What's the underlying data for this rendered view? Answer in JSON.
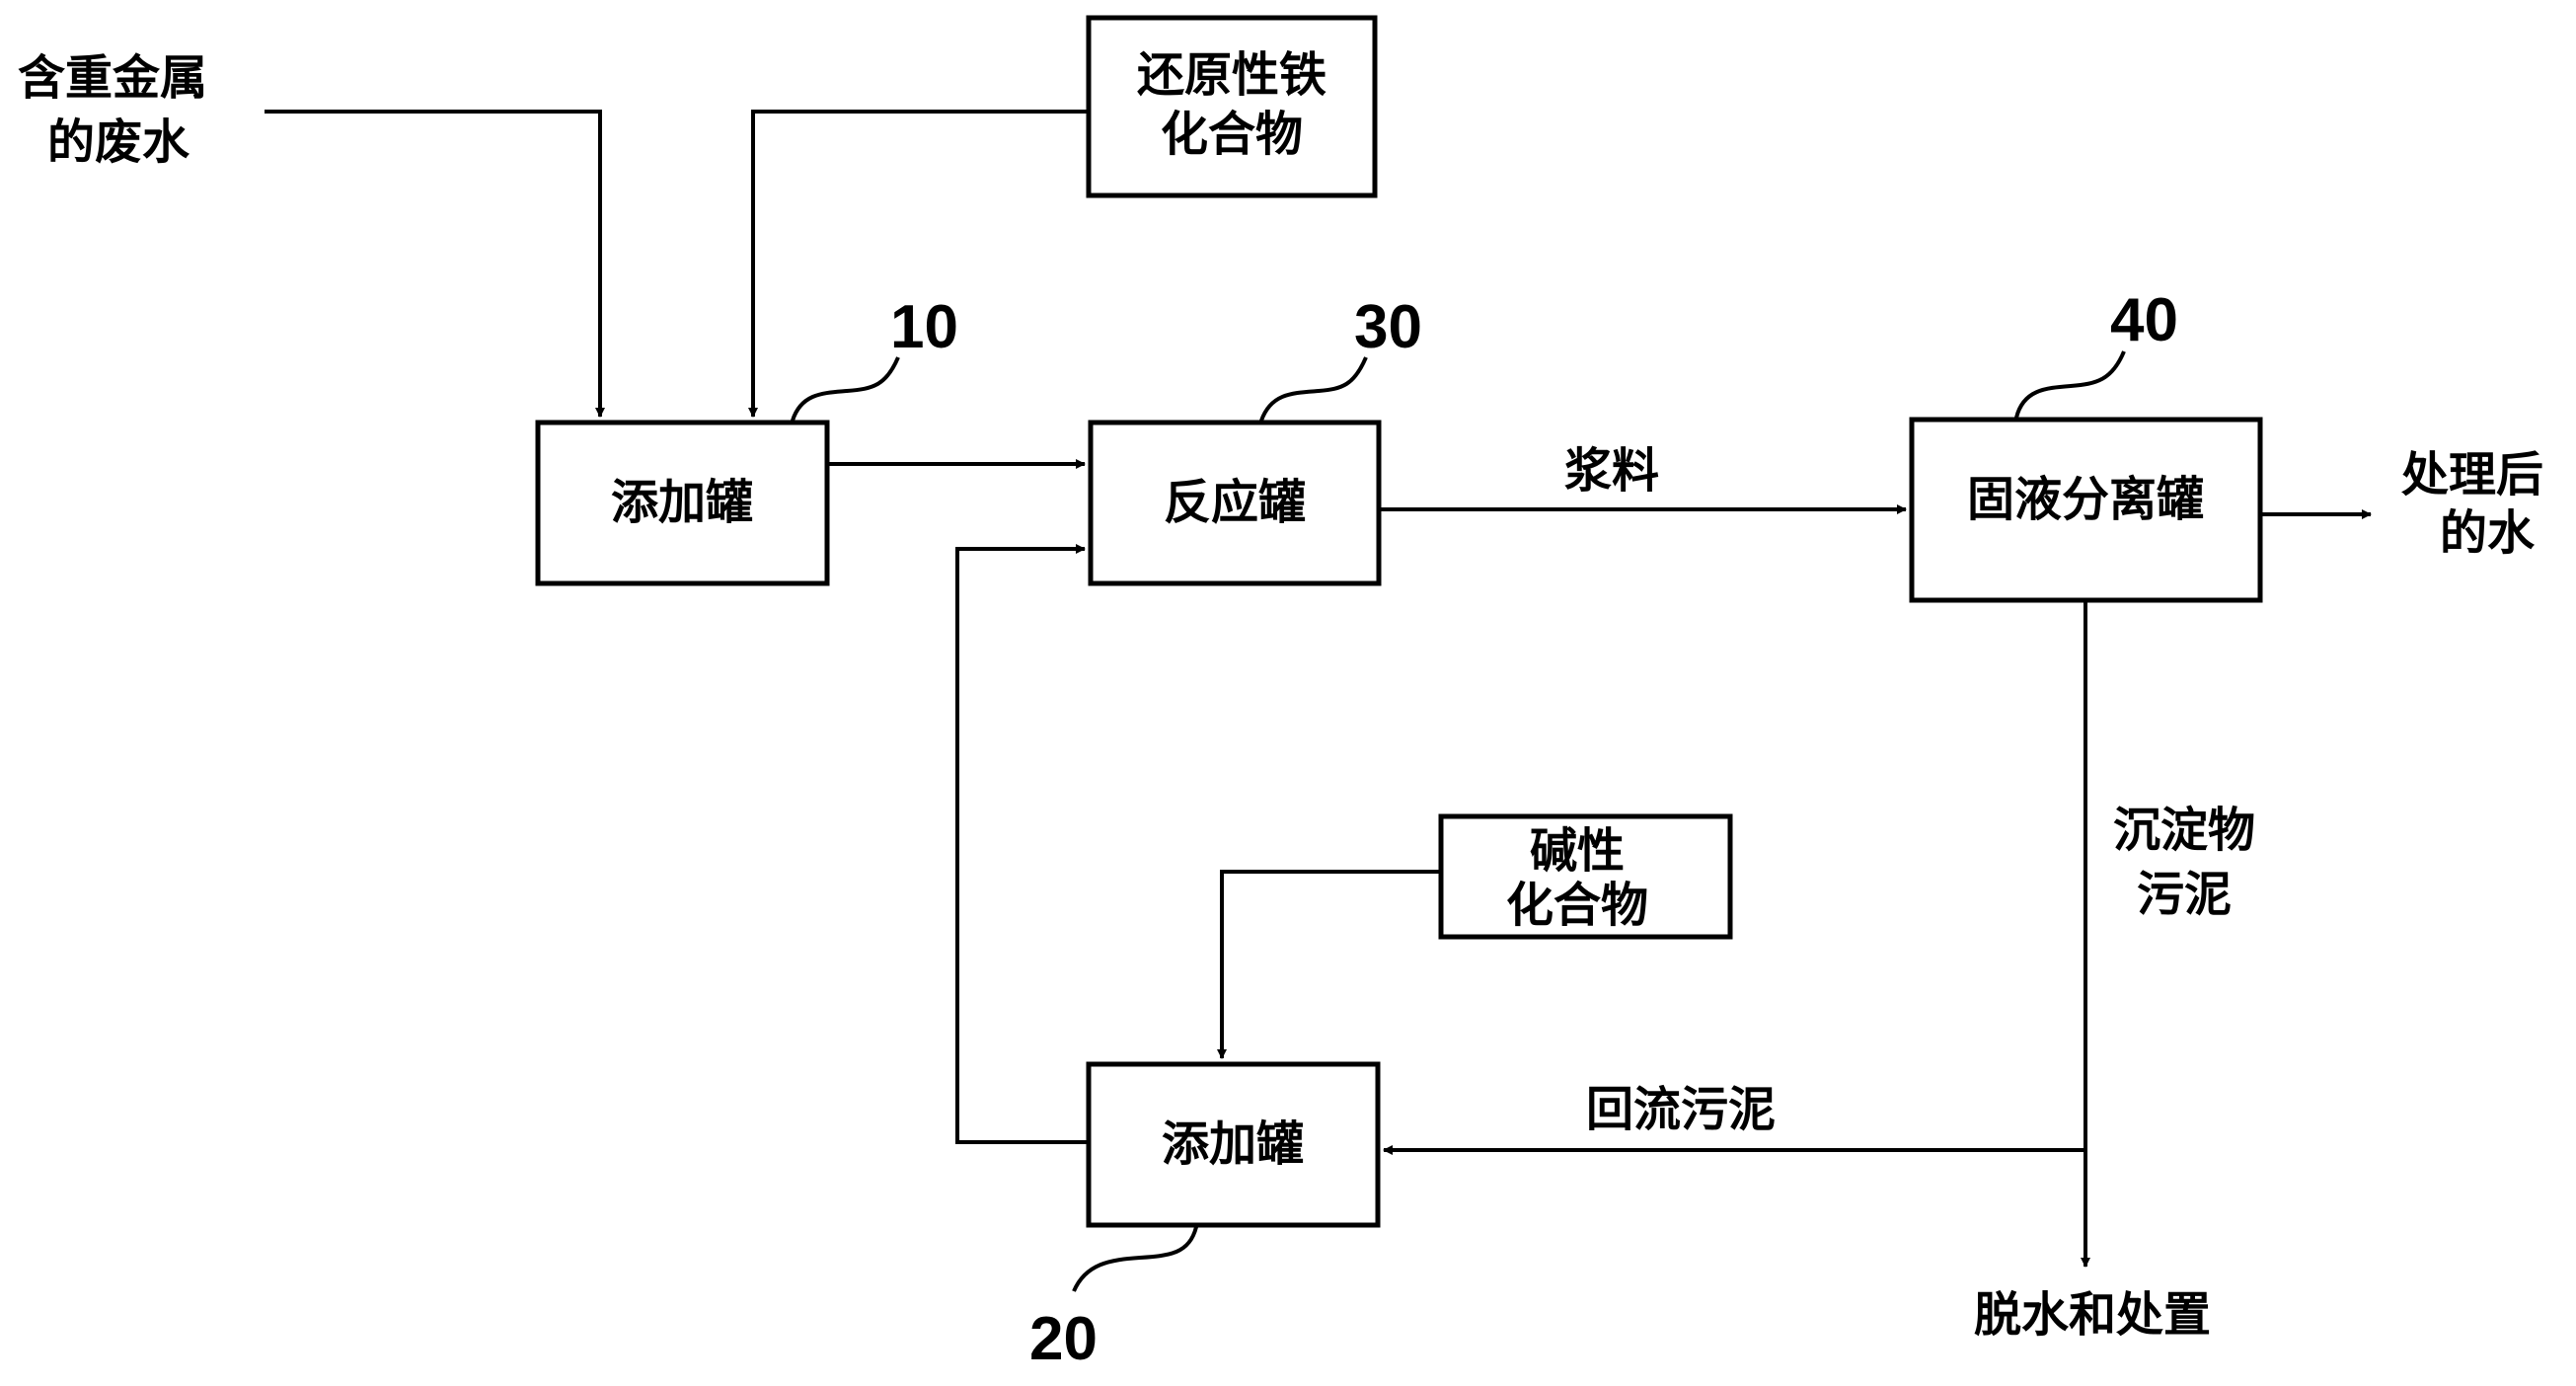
{
  "inputs": {
    "wastewater_line1": "含重金属",
    "wastewater_line2": "的废水",
    "reducing_iron_line1": "还原性铁",
    "reducing_iron_line2": "化合物",
    "alkali_line1": "碱性",
    "alkali_line2": "化合物"
  },
  "tanks": {
    "addition_tank_1": "添加罐",
    "reaction_tank": "反应罐",
    "separation_tank": "固液分离罐",
    "addition_tank_2": "添加罐"
  },
  "numbers": {
    "n10": "10",
    "n30": "30",
    "n40": "40",
    "n20": "20"
  },
  "flows": {
    "slurry": "浆料",
    "treated_water_line1": "处理后",
    "treated_water_line2": "的水",
    "sediment_line1": "沉淀物",
    "sediment_line2": "污泥",
    "return_sludge": "回流污泥",
    "dewatering": "脱水和处置"
  }
}
